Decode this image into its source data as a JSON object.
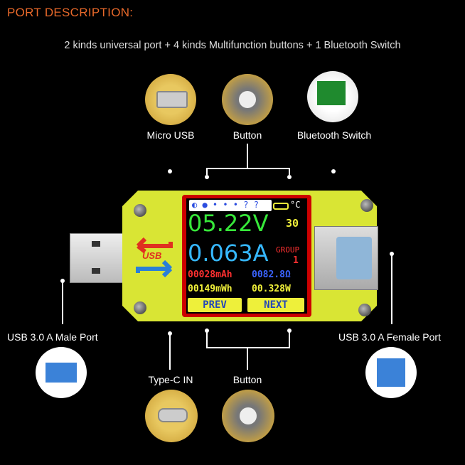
{
  "header": {
    "title": "PORT DESCRIPTION:",
    "subtitle": "2 kinds universal port + 4 kinds Multifunction buttons + 1 Bluetooth Switch"
  },
  "labels": {
    "micro_usb": "Micro USB",
    "button_top": "Button",
    "bluetooth_switch": "Bluetooth Switch",
    "male_port": "USB 3.0 A Male Port",
    "female_port": "USB 3.0 A Female Port",
    "type_c": "Type-C IN",
    "button_bottom": "Button"
  },
  "device": {
    "logo": "USB",
    "screen": {
      "voltage": "05.22V",
      "temperature": "30",
      "temp_unit": "°C",
      "current": "0.063A",
      "group_label": "GROUP",
      "group_value": "1",
      "capacity": "00028mAh",
      "resistance": "0082.8Ω",
      "energy": "00149mWh",
      "power": "00.328W",
      "prev_button": "PREV",
      "next_button": "NEXT"
    }
  },
  "colors": {
    "title": "#e8692a",
    "board": "#d9e534",
    "voltage": "#37e83a",
    "current": "#36b8ff",
    "capacity": "#ff3030",
    "resistance": "#3a63ff",
    "energy_power": "#f0f03a"
  }
}
